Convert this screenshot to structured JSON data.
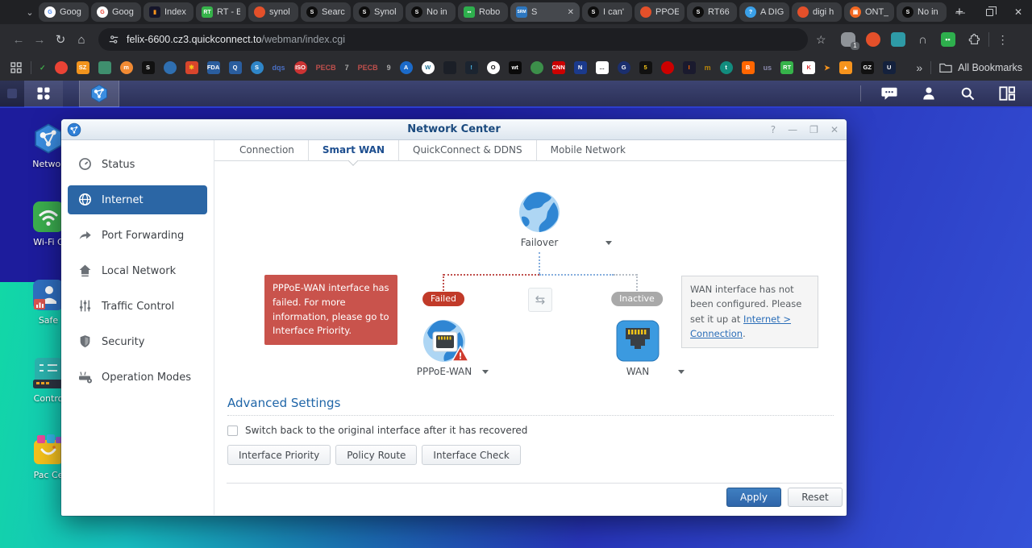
{
  "colors": {
    "accent_blue": "#2b66a5",
    "failed_red": "#c13a29",
    "inactive_grey": "#a9a9a9",
    "error_box": "#c9534c",
    "desktop_teal": "#12d8a6",
    "desktop_navy": "#1d1c9c"
  },
  "browser": {
    "tabs": [
      {
        "label": "Goog",
        "fav": {
          "t": "G",
          "bg": "#ffffff",
          "fg": "#4285f4",
          "round": true
        }
      },
      {
        "label": "Goog",
        "fav": {
          "t": "G",
          "bg": "#ffffff",
          "fg": "#ea4335",
          "round": true
        }
      },
      {
        "label": "Index",
        "fav": {
          "t": "▮",
          "bg": "#15152a",
          "fg": "#f7941d"
        }
      },
      {
        "label": "RT - B",
        "fav": {
          "t": "RT",
          "bg": "#36b34a",
          "fg": "#ffffff"
        }
      },
      {
        "label": "synol",
        "fav": {
          "t": "",
          "bg": "#e4502a",
          "fg": "#ffffff",
          "round": true
        }
      },
      {
        "label": "Searc",
        "fav": {
          "t": "S",
          "bg": "#0d0d0d",
          "fg": "#ffffff",
          "round": true
        }
      },
      {
        "label": "Synol",
        "fav": {
          "t": "S",
          "bg": "#0d0d0d",
          "fg": "#ffffff",
          "round": true
        }
      },
      {
        "label": "No in",
        "fav": {
          "t": "S",
          "bg": "#0d0d0d",
          "fg": "#ffffff",
          "round": true
        }
      },
      {
        "label": "Robo",
        "fav": {
          "t": "▪▪",
          "bg": "#2eaf4d",
          "fg": "#ffffff"
        }
      },
      {
        "label": "S",
        "active": true,
        "close": "✕",
        "fav": {
          "t": "SRM",
          "bg": "#2d77c0",
          "fg": "#ffffff"
        }
      },
      {
        "label": "I can'",
        "fav": {
          "t": "S",
          "bg": "#0d0d0d",
          "fg": "#ffffff",
          "round": true
        }
      },
      {
        "label": "PPOE",
        "fav": {
          "t": "",
          "bg": "#e4502a",
          "fg": "#ffffff",
          "round": true
        }
      },
      {
        "label": "RT66",
        "fav": {
          "t": "S",
          "bg": "#0d0d0d",
          "fg": "#ffffff",
          "round": true
        }
      },
      {
        "label": "A DIG",
        "fav": {
          "t": "?",
          "bg": "#3aa0e8",
          "fg": "#ffffff",
          "round": true
        }
      },
      {
        "label": "digi h",
        "fav": {
          "t": "",
          "bg": "#e4502a",
          "fg": "#ffffff",
          "round": true
        }
      },
      {
        "label": "ONT_",
        "fav": {
          "t": "▣",
          "bg": "#f26822",
          "fg": "#ffffff",
          "round": true
        }
      },
      {
        "label": "No in",
        "fav": {
          "t": "S",
          "bg": "#0d0d0d",
          "fg": "#ffffff",
          "round": true
        }
      }
    ],
    "new_tab": "+",
    "controls": {
      "minimize": "—",
      "close": "✕"
    },
    "address": {
      "domain": "felix-6600.cz3.quickconnect.to",
      "path": "/webman/index.cgi"
    },
    "extension_badge": "1",
    "bookmarks": {
      "items": [
        {
          "t": "✓",
          "plain": true,
          "fg": "#3fae49"
        },
        {
          "t": "",
          "bg": "#ea4335",
          "round": true
        },
        {
          "t": "SZ",
          "bg": "#f2941d",
          "fg": "#ffffff"
        },
        {
          "t": "",
          "bg": "#3f8f6e"
        },
        {
          "t": "m",
          "bg": "#f18a33",
          "fg": "#ffffff",
          "round": true
        },
        {
          "t": "S",
          "bg": "#111111",
          "fg": "#ffffff"
        },
        {
          "t": "",
          "bg": "#2f6fb1",
          "round": true
        },
        {
          "t": "✱",
          "bg": "#d8452c",
          "fg": "#f5c518"
        },
        {
          "t": "FDA",
          "bg": "#2a5d9e",
          "fg": "#ffffff"
        },
        {
          "t": "Q",
          "bg": "#2a5d9e",
          "fg": "#ffffff"
        },
        {
          "t": "S",
          "bg": "#2f86c8",
          "fg": "#ffffff",
          "round": true
        },
        {
          "t": "dqs",
          "plain": true,
          "fg": "#4a6fc3"
        },
        {
          "t": "ISO",
          "bg": "#cc3333",
          "fg": "#ffffff",
          "round": true
        },
        {
          "t": "PECB",
          "plain": true,
          "fg": "#c0504d"
        },
        {
          "t": "7",
          "plain": true,
          "fg": "#aaaaaa"
        },
        {
          "t": "PECB",
          "plain": true,
          "fg": "#c0504d"
        },
        {
          "t": "9",
          "plain": true,
          "fg": "#aaaaaa"
        },
        {
          "t": "A",
          "bg": "#1b6ac9",
          "fg": "#ffffff",
          "round": true
        },
        {
          "t": "W",
          "bg": "#ffffff",
          "fg": "#21759b",
          "round": true
        },
        {
          "t": "",
          "bg": "#1b1f27"
        },
        {
          "t": "!",
          "bg": "#1b2430",
          "fg": "#4fc3f7"
        },
        {
          "t": "O",
          "bg": "#ffffff",
          "fg": "#111111",
          "round": true
        },
        {
          "t": "wt",
          "bg": "#0a0a0a",
          "fg": "#ffffff"
        },
        {
          "t": "",
          "bg": "#3c8f4a",
          "round": true
        },
        {
          "t": "CNN",
          "bg": "#cc0000",
          "fg": "#ffffff"
        },
        {
          "t": "N",
          "bg": "#1b3a8c",
          "fg": "#ffffff"
        },
        {
          "t": "...",
          "bg": "#ffffff",
          "fg": "#333333"
        },
        {
          "t": "G",
          "bg": "#1b2f6e",
          "fg": "#ffffff",
          "round": true
        },
        {
          "t": "5",
          "bg": "#111111",
          "fg": "#f5c518"
        },
        {
          "t": "",
          "bg": "#cc0000",
          "round": true
        },
        {
          "t": "I",
          "bg": "#1a1a2e",
          "fg": "#ff6600"
        },
        {
          "t": "m",
          "plain": true,
          "fg": "#b8860b"
        },
        {
          "t": "t",
          "bg": "#128c7e",
          "fg": "#ffffff",
          "round": true
        },
        {
          "t": "B",
          "bg": "#ff6600",
          "fg": "#ffffff"
        },
        {
          "t": "us",
          "plain": true,
          "fg": "#8888aa"
        },
        {
          "t": "RT",
          "bg": "#36b34a",
          "fg": "#ffffff"
        },
        {
          "t": "K",
          "bg": "#ffffff",
          "fg": "#dd3333"
        },
        {
          "t": "➤",
          "plain": true,
          "fg": "#f7941d"
        },
        {
          "t": "▲",
          "bg": "#f7941d",
          "fg": "#ffffff"
        },
        {
          "t": "GZ",
          "bg": "#111111",
          "fg": "#ffffff"
        },
        {
          "t": "U",
          "bg": "#14213d",
          "fg": "#ffffff"
        }
      ],
      "overflow": "»",
      "all_bookmarks": "All Bookmarks"
    }
  },
  "desktop": {
    "icons": [
      {
        "label": "Networ",
        "art": "network-center"
      },
      {
        "label": "Wi-Fi C",
        "art": "wifi-connect"
      },
      {
        "label": "Safe",
        "art": "safe-access"
      },
      {
        "label": "Contro",
        "art": "control-panel"
      },
      {
        "label": "Pac Ce",
        "art": "package-center"
      }
    ]
  },
  "window": {
    "title": "Network Center",
    "controls": {
      "help": "?",
      "minimize": "—",
      "maximize": "❐",
      "close": "✕"
    },
    "sidebar": {
      "items": [
        {
          "label": "Status",
          "icon": "status-icon"
        },
        {
          "label": "Internet",
          "icon": "internet-icon",
          "active": true
        },
        {
          "label": "Port Forwarding",
          "icon": "port-forwarding-icon"
        },
        {
          "label": "Local Network",
          "icon": "local-network-icon"
        },
        {
          "label": "Traffic Control",
          "icon": "traffic-control-icon"
        },
        {
          "label": "Security",
          "icon": "security-icon"
        },
        {
          "label": "Operation Modes",
          "icon": "operation-modes-icon"
        }
      ]
    },
    "tabs": [
      {
        "label": "Connection"
      },
      {
        "label": "Smart WAN",
        "active": true
      },
      {
        "label": "QuickConnect & DDNS"
      },
      {
        "label": "Mobile Network"
      }
    ],
    "diagram": {
      "failover_label": "Failover",
      "failed_badge": "Failed",
      "inactive_badge": "Inactive",
      "swap_glyph": "⇆",
      "pppoe_label": "PPPoE-WAN",
      "wan_label": "WAN",
      "error_tooltip": "PPPoE-WAN interface has failed. For more information, please go to Interface Priority.",
      "wan_info_text_1": "WAN interface has not been configured. Please set it up at ",
      "wan_info_link": "Internet > Connection",
      "wan_info_text_2": "."
    },
    "advanced": {
      "heading": "Advanced Settings",
      "checkbox_label": "Switch back to the original interface after it has recovered",
      "checkbox_checked": false,
      "buttons": [
        "Interface Priority",
        "Policy Route",
        "Interface Check"
      ]
    },
    "footer": {
      "apply": "Apply",
      "reset": "Reset"
    }
  }
}
